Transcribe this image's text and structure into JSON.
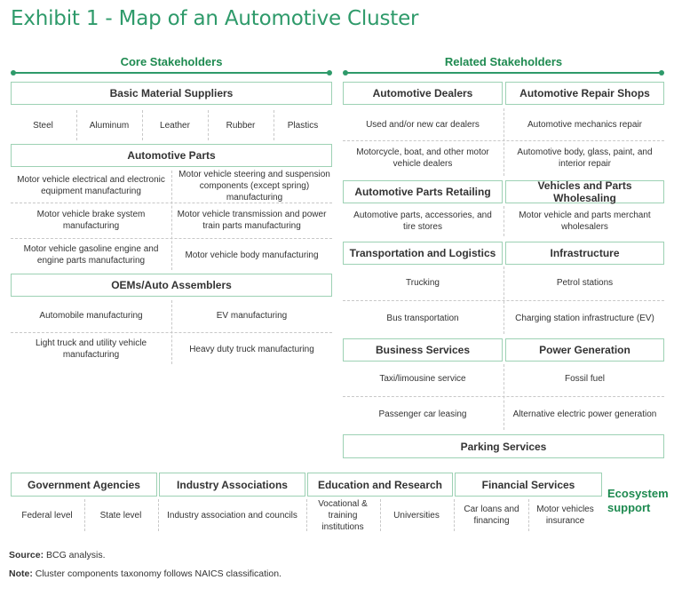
{
  "title": "Exhibit 1 - Map of an Automotive Cluster",
  "core": {
    "heading": "Core Stakeholders",
    "basic": {
      "header": "Basic Material Suppliers",
      "items": [
        "Steel",
        "Aluminum",
        "Leather",
        "Rubber",
        "Plastics"
      ]
    },
    "parts": {
      "header": "Automotive Parts",
      "items": [
        "Motor vehicle electrical and electronic equipment manufacturing",
        "Motor vehicle steering and suspension components (except spring) manufacturing",
        "Motor vehicle brake system manufacturing",
        "Motor vehicle transmission and power train parts manufacturing",
        "Motor vehicle gasoline engine and engine parts manufacturing",
        "Motor vehicle body manufacturing"
      ]
    },
    "oem": {
      "header": "OEMs/Auto Assemblers",
      "items": [
        "Automobile manufacturing",
        "EV manufacturing",
        "Light truck and utility vehicle manufacturing",
        "Heavy duty truck manufacturing"
      ]
    }
  },
  "related": {
    "heading": "Related Stakeholders",
    "dealers": {
      "header": "Automotive Dealers",
      "items": [
        "Used and/or new car dealers",
        "Motorcycle, boat, and other motor vehicle dealers"
      ]
    },
    "repair": {
      "header": "Automotive Repair Shops",
      "items": [
        "Automotive mechanics repair",
        "Automotive body, glass, paint, and interior repair"
      ]
    },
    "retailing": {
      "header": "Automotive Parts Retailing",
      "items": [
        "Automotive parts, accessories, and tire stores"
      ]
    },
    "wholesaling": {
      "header": "Vehicles and Parts Wholesaling",
      "items": [
        "Motor vehicle and parts merchant wholesalers"
      ]
    },
    "transport": {
      "header": "Transportation and Logistics",
      "items": [
        "Trucking",
        "Bus transportation"
      ]
    },
    "infra": {
      "header": "Infrastructure",
      "items": [
        "Petrol stations",
        "Charging station infrastructure (EV)"
      ]
    },
    "business": {
      "header": "Business Services",
      "items": [
        "Taxi/limousine service",
        "Passenger car leasing"
      ]
    },
    "power": {
      "header": "Power Generation",
      "items": [
        "Fossil fuel",
        "Alternative electric power generation"
      ]
    },
    "parking": {
      "header": "Parking Services"
    }
  },
  "ecosystem": {
    "label_line1": "Ecosystem",
    "label_line2": "support",
    "gov": {
      "header": "Government Agencies",
      "items": [
        "Federal level",
        "State level"
      ]
    },
    "assoc": {
      "header": "Industry Associations",
      "items": [
        "Industry association and councils"
      ]
    },
    "edu": {
      "header": "Education and Research",
      "items": [
        "Vocational & training institutions",
        "Universities"
      ]
    },
    "fin": {
      "header": "Financial Services",
      "items": [
        "Car loans and financing",
        "Motor vehicles insurance"
      ]
    }
  },
  "footer": {
    "source_label": "Source:",
    "source_text": "BCG analysis.",
    "note_label": "Note:",
    "note_text": "Cluster components taxonomy follows NAICS classification."
  },
  "colors": {
    "accent": "#2e9a6a",
    "border": "#9dd1b4",
    "divider": "#c8c8c8"
  }
}
